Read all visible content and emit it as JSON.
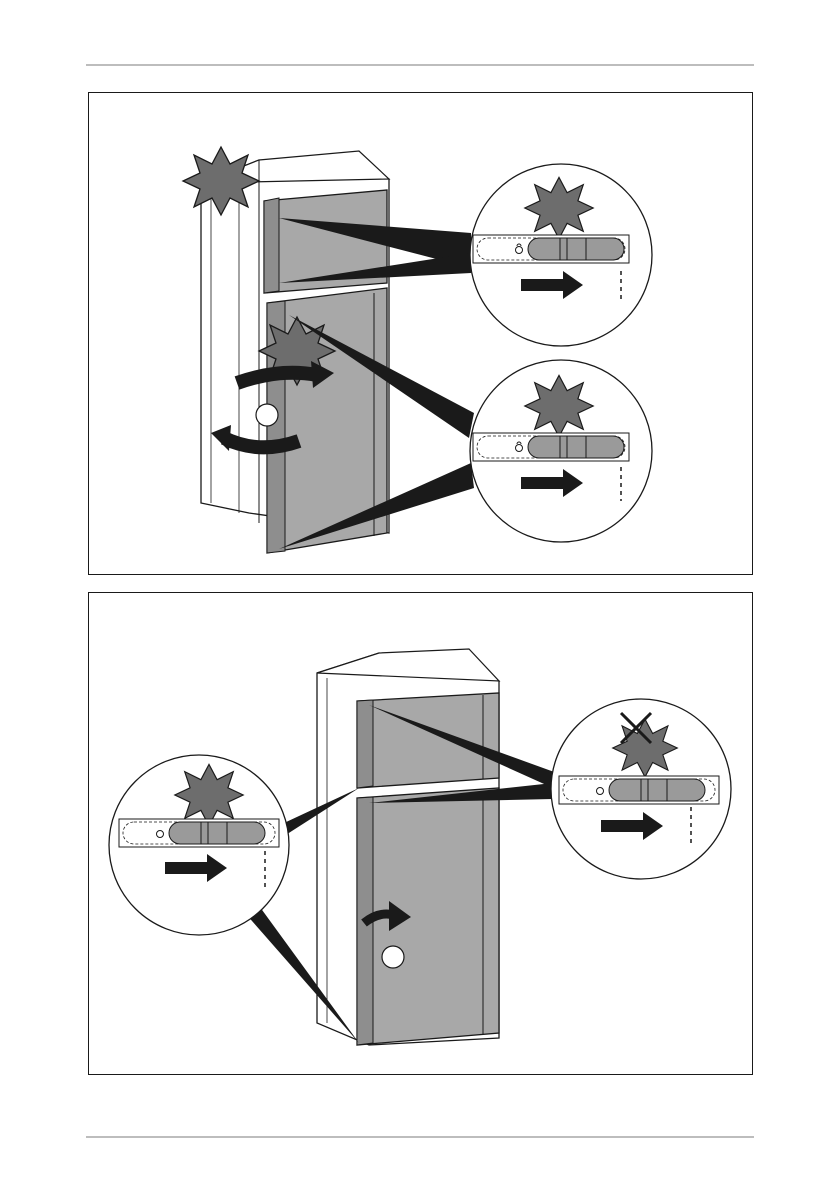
{
  "page": {
    "header_rule": "top-divider",
    "footer_rule": "bottom-divider"
  },
  "figure_1": {
    "description_icons": [
      "burst-icon",
      "rotate-arrows-icon",
      "slide-arrow-icon",
      "lock-icon"
    ],
    "detail_count": 2,
    "step_marker": ""
  },
  "figure_2": {
    "description_icons": [
      "burst-icon",
      "cross-icon",
      "slide-arrow-icon",
      "lock-icon",
      "open-arrow-icon"
    ],
    "detail_count": 2,
    "step_marker": ""
  },
  "colors": {
    "line": "#1a1a1a",
    "door_fill": "#a8a8a8",
    "burst_fill": "#6d6d6d",
    "slider_fill": "#9a9a9a",
    "rule": "#bdbdbd"
  }
}
